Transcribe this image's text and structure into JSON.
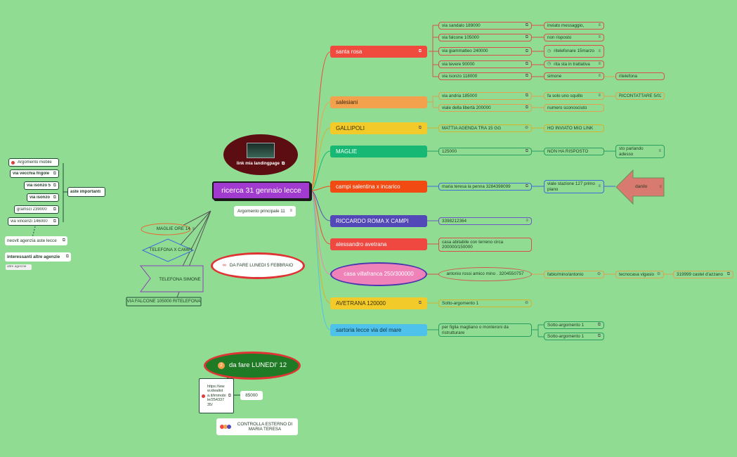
{
  "central": {
    "title": "ricerca 31 gennaio lecce",
    "sub": "Argomento principale 11"
  },
  "landing": {
    "label": "link mia landingpage"
  },
  "branches": [
    {
      "label": "santa rosa",
      "color": "#f04a3e",
      "children": [
        {
          "label": "via sandalo 189000",
          "note": "inviato messaggio,"
        },
        {
          "label": "via falcone 105000",
          "note": "non risposto"
        },
        {
          "label": "via giammatteo 240000",
          "note": "ritelefonare 15marzo"
        },
        {
          "label": "via tevere 90000",
          "note": "rita sta in trattativa"
        },
        {
          "label": "via isonzo 118000",
          "note": "simone",
          "extra": "ritelefona"
        }
      ]
    },
    {
      "label": "salesiani",
      "color": "#f4a14e",
      "children": [
        {
          "label": "via andria 185000",
          "note": "fa solo uno squillo",
          "extra": "RICONTATTARE 5/02"
        },
        {
          "label": "viale della libertà 200000",
          "note": "numero sconosciuto"
        }
      ]
    },
    {
      "label": "GALLIPOLI",
      "color": "#f2cb2a",
      "children": [
        {
          "label": "MATTIA AGENDA TRA 15 GG",
          "note": "HO INVIATO MIO LINK"
        }
      ]
    },
    {
      "label": "MAGLIE",
      "color": "#16b874",
      "children": [
        {
          "label": "125000",
          "note": "NON HA RISPOSTO",
          "extra": "sto parlando adesso"
        }
      ]
    },
    {
      "label": "campi salentina x incarico",
      "color": "#f24a13",
      "children": [
        {
          "label": "maria teresa la penna 3284398099",
          "note": "viale stazione 127 primo piano",
          "extra": "danilo"
        }
      ]
    },
    {
      "label": "RICCARDO ROMA X CAMPI",
      "color": "#5348b8",
      "children": [
        {
          "label": "3398212364"
        }
      ]
    },
    {
      "label": "alessandro avetrana",
      "color": "#ef4840",
      "children": [
        {
          "label": "casa abitabile con terreno  circa 200000/150000"
        }
      ]
    },
    {
      "label": "casa villafranca 250/300000",
      "color": "#ef82b8",
      "children": [
        {
          "label": "antonio rossi amico mino . 3204550757",
          "note": "fabio/mino/antonio",
          "extra": "tecnocasa vigasio",
          "extra2": "319999 castel d'azzano"
        }
      ]
    },
    {
      "label": "AVETRANA 120000",
      "color": "#f2cb2a",
      "children": [
        {
          "label": "Sotto-argomento 1"
        }
      ]
    },
    {
      "label": "sartoria lecce via del mare",
      "color": "#4fc2ec",
      "children": [
        {
          "label": "per figlia magliano o monteroni da ristrutturare",
          "note": "Sotto-argomento 1",
          "extra": "Sotto-argomento 1"
        }
      ]
    }
  ],
  "left": {
    "hub": "aste importanti",
    "items": [
      "Argomento mobile",
      "via vecchia frigole",
      "via isonzo 5",
      "via isonzo",
      "gramsci 239000",
      "via vincenzi 146000"
    ],
    "neovit": "neovit agenzia aste lecce",
    "interessanti": "interessanti altre agenzie",
    "altre": "altre agenzie"
  },
  "todo": {
    "title": "DA FARE LUNEDI 5 FEBBRAIO",
    "items": [
      "MAGLIE ORE 14",
      "TELEFONA X CAMPI",
      "TELEFONA SIMONE",
      "VIA FALCONE 105000 RITELEFONA"
    ]
  },
  "lunedi": {
    "title": "da fare LUNEDI' 12",
    "badge": "2",
    "link": "https://www.idealista.it/immobile/25433735/",
    "price": "85000",
    "controlla": "CONTROLLA ESTERNO DI MARIA TERESA"
  }
}
